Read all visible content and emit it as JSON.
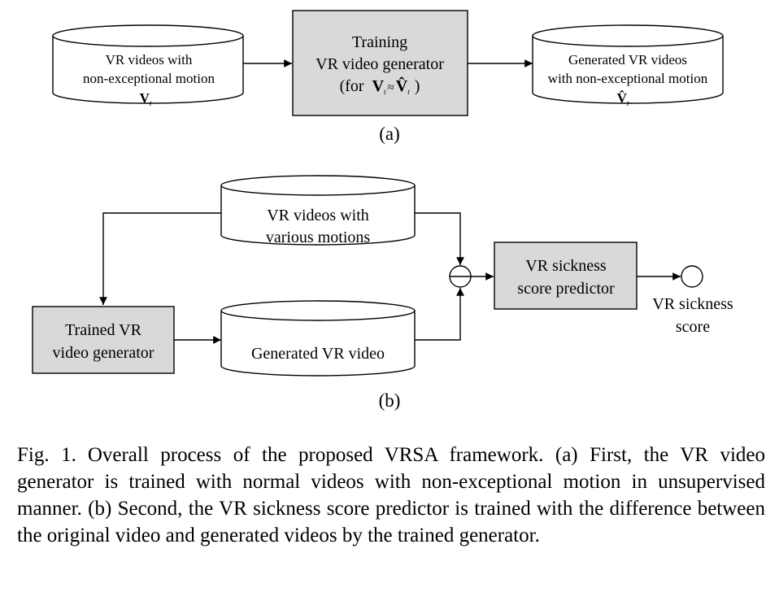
{
  "diagram": {
    "colors": {
      "line": "#000000",
      "process_fill": "#d9d9d9",
      "db_fill": "#ffffff"
    },
    "a": {
      "db_left": {
        "line1": "VR videos with",
        "line2": "non-exceptional motion",
        "symbol": "V",
        "subscript": "t"
      },
      "process": {
        "line1": "Training",
        "line2": "VR video generator",
        "line3_prefix": "(for",
        "symbol_v": "V",
        "sub1": "t",
        "approx": "≈",
        "symbol_vhat": "V̂",
        "sub2": "t",
        "line3_suffix": ")"
      },
      "db_right": {
        "line1": "Generated VR videos",
        "line2": "with non-exceptional motion",
        "symbol": "V̂",
        "subscript": "t"
      },
      "label": "(a)"
    },
    "b": {
      "db_top": {
        "line1": "VR videos with",
        "line2": "various motions"
      },
      "db_bottom": {
        "line1": "Generated VR video"
      },
      "generator": {
        "line1": "Trained VR",
        "line2": "video generator"
      },
      "subtract_icon": "minus-circle",
      "predictor": {
        "line1": "VR sickness",
        "line2": "score predictor"
      },
      "output": {
        "line1": "VR sickness",
        "line2": "score"
      },
      "label": "(b)"
    }
  },
  "caption": {
    "label": "Fig. 1.",
    "text": "Overall process of the proposed VRSA framework. (a) First, the VR video generator is trained with normal videos with non-exceptional motion in unsupervised manner. (b) Second, the VR sickness score predictor is trained with the difference between the original video and generated videos by the trained generator."
  }
}
